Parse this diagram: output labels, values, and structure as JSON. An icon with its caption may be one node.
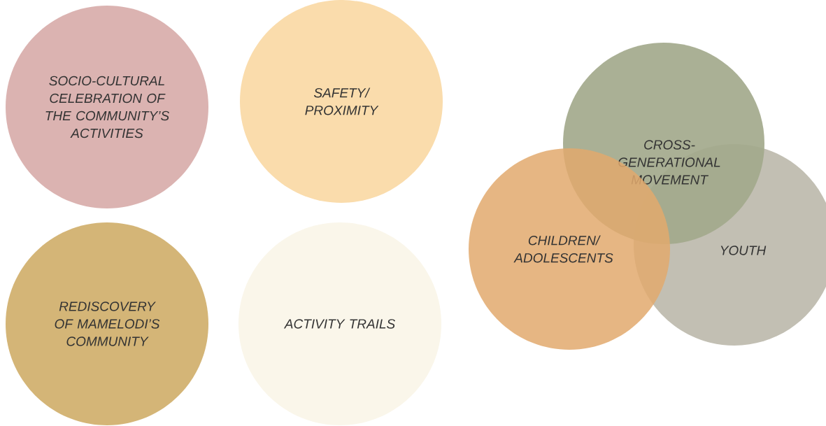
{
  "diagram": {
    "nodes": [
      {
        "text": [
          "SOCIO-CULTURAL CELEBRATION OF THE COMMUNITY’S ACTIVITIES"
        ]
      },
      {
        "text": [
          "SAFETY/ PROXIMITY"
        ]
      },
      {
        "text": [
          "CROSS- GENERATIONAL MOVEMENT"
        ]
      },
      {
        "text": [
          "REDISCOVERY OF MAMELODI’S COMMUNITY"
        ]
      },
      {
        "text": [
          "ACTIVITY TRAILS"
        ]
      },
      {
        "text": [
          "CHILDREN/ ADOLESCENTS"
        ]
      },
      {
        "text": [
          "YOUTH"
        ]
      }
    ]
  }
}
